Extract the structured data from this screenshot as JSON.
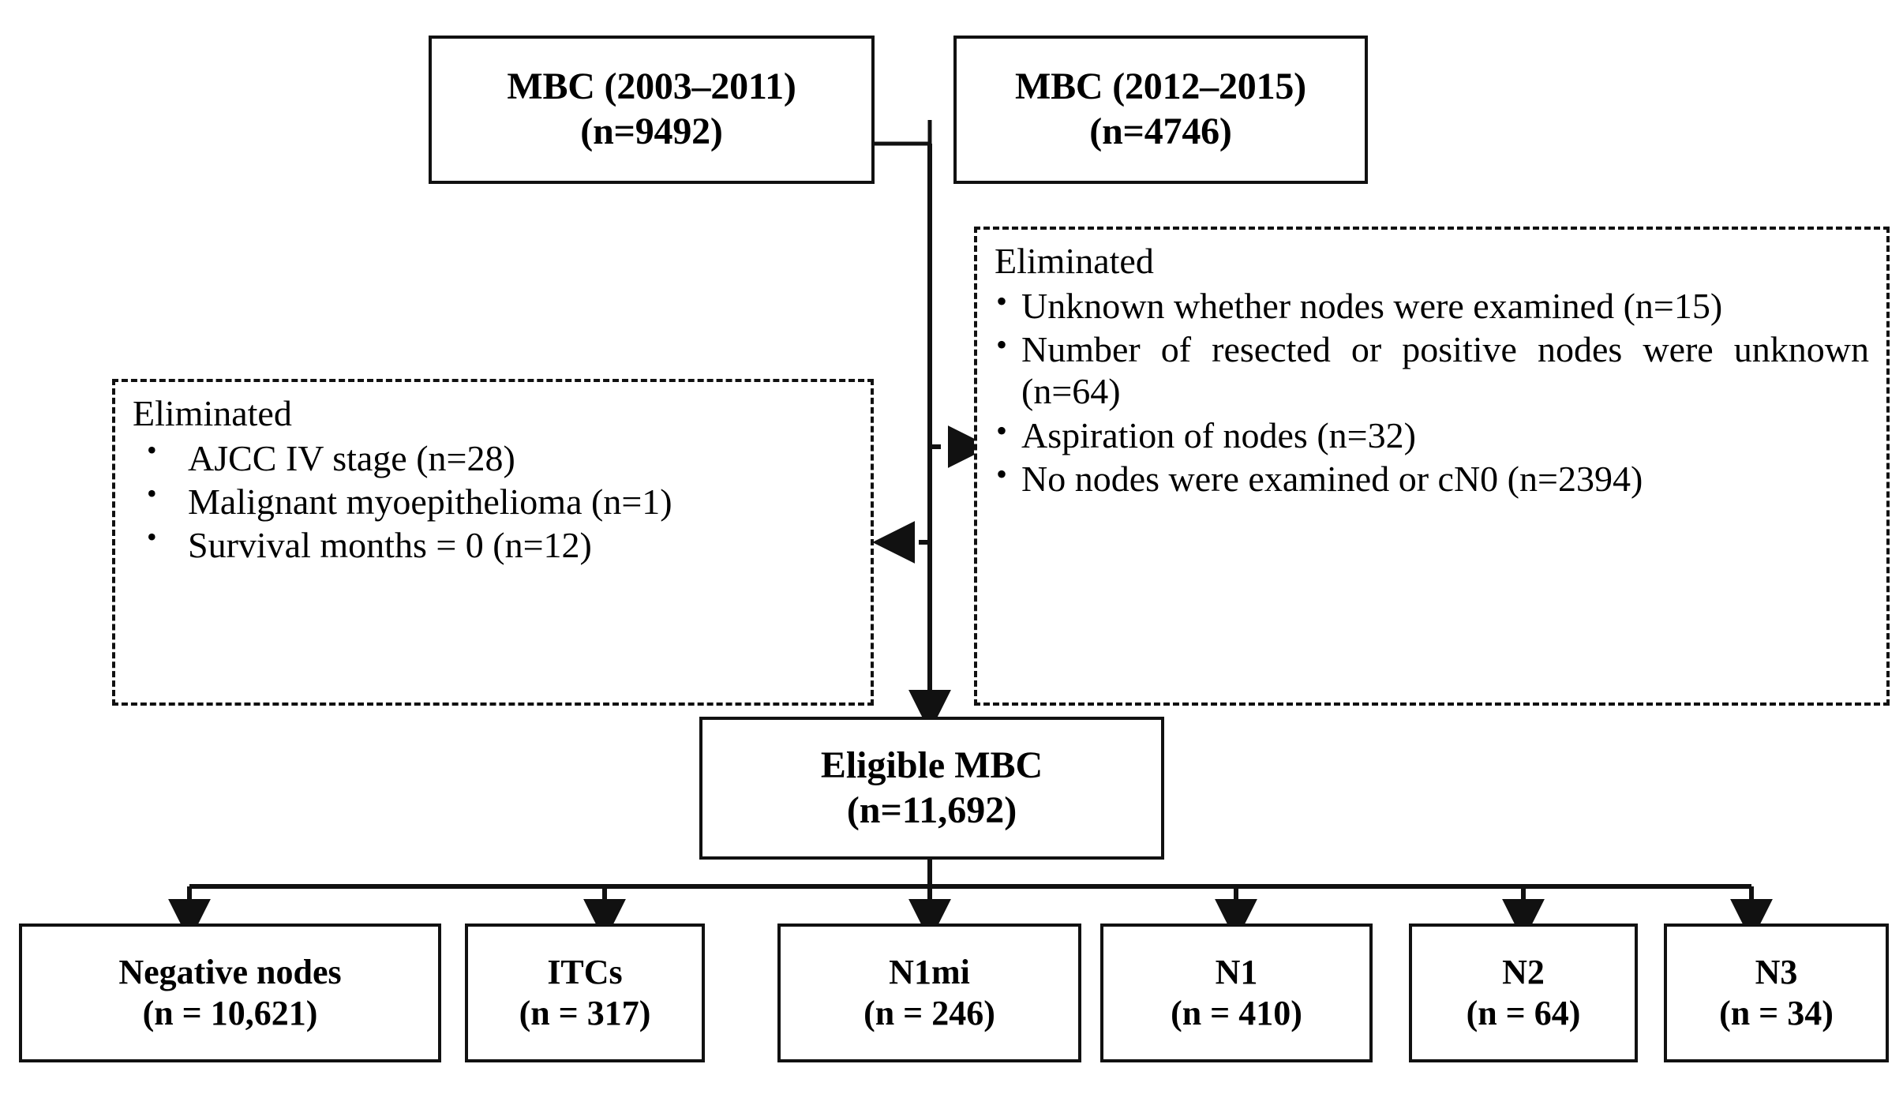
{
  "diagram": {
    "title": "MBC patient selection flowchart",
    "colors": {
      "line": "#111111",
      "box_border": "#111111",
      "background": "#ffffff"
    },
    "sources": [
      {
        "id": "src-2003-2011",
        "line1": "MBC (2003–2011)",
        "line2": "(n=9492)"
      },
      {
        "id": "src-2012-2015",
        "line1": "MBC (2012–2015)",
        "line2": "(n=4746)"
      }
    ],
    "eliminated_left": {
      "heading": "Eliminated",
      "items": [
        "AJCC IV stage (n=28)",
        "Malignant myoepithelioma (n=1)",
        "Survival months = 0 (n=12)"
      ]
    },
    "eliminated_right": {
      "heading": "Eliminated",
      "items": [
        "Unknown whether nodes were examined (n=15)",
        "Number of resected or positive nodes were unknown (n=64)",
        "Aspiration of nodes (n=32)",
        "No nodes were examined or cN0 (n=2394)"
      ]
    },
    "eligible": {
      "line1": "Eligible MBC",
      "line2": "(n=11,692)"
    },
    "outcomes": [
      {
        "id": "negative-nodes",
        "label": "Negative nodes",
        "count": "(n = 10,621)"
      },
      {
        "id": "itcs",
        "label": "ITCs",
        "count": "(n = 317)"
      },
      {
        "id": "n1mi",
        "label": "N1mi",
        "count": "(n = 246)"
      },
      {
        "id": "n1",
        "label": "N1",
        "count": "(n = 410)"
      },
      {
        "id": "n2",
        "label": "N2",
        "count": "(n = 64)"
      },
      {
        "id": "n3",
        "label": "N3",
        "count": "(n = 34)"
      }
    ]
  },
  "chart_data": {
    "type": "diagram",
    "title": "MBC patient selection flowchart",
    "nodes": [
      {
        "id": "src-2003-2011",
        "text": "MBC (2003–2011) (n=9492)",
        "n": 9492
      },
      {
        "id": "src-2012-2015",
        "text": "MBC (2012–2015) (n=4746)",
        "n": 4746
      },
      {
        "id": "eligible",
        "text": "Eligible MBC (n=11,692)",
        "n": 11692
      },
      {
        "id": "negative-nodes",
        "text": "Negative nodes (n = 10,621)",
        "n": 10621
      },
      {
        "id": "itcs",
        "text": "ITCs (n = 317)",
        "n": 317
      },
      {
        "id": "n1mi",
        "text": "N1mi (n = 246)",
        "n": 246
      },
      {
        "id": "n1",
        "text": "N1 (n = 410)",
        "n": 410
      },
      {
        "id": "n2",
        "text": "N2 (n = 64)",
        "n": 64
      },
      {
        "id": "n3",
        "text": "N3 (n = 34)",
        "n": 34
      }
    ],
    "exclusions": [
      {
        "reason": "AJCC IV stage",
        "n": 28
      },
      {
        "reason": "Malignant myoepithelioma",
        "n": 1
      },
      {
        "reason": "Survival months = 0",
        "n": 12
      },
      {
        "reason": "Unknown whether nodes were examined",
        "n": 15
      },
      {
        "reason": "Number of resected or positive nodes were unknown",
        "n": 64
      },
      {
        "reason": "Aspiration of nodes",
        "n": 32
      },
      {
        "reason": "No nodes were examined or cN0",
        "n": 2394
      }
    ]
  }
}
